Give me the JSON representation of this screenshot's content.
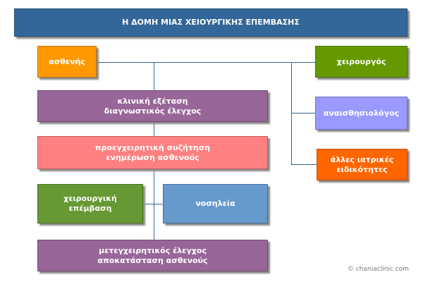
{
  "title": "Η ΔΟΜΗ ΜΙΑΣ ΧΕΙΟΥΡΓΙΚΗΣ ΕΠΕΜΒΑΣΗΣ",
  "nodes": {
    "patient": "ασθενής",
    "surgeon": "χειρουργός",
    "exam": "κλινική εξέταση\nδιαγνωστικός έλεγχος",
    "anesthesiologist": "αναισθησιολόγος",
    "preop": "προεγχειρητική συζήτηση\nενημέρωση ασθενούς",
    "other_specialties": "άλλες ιατρικές\nειδικότητες",
    "surgery": "χειρουργική\nεπέμβαση",
    "hospitalization": "νοσηλεία",
    "postop": "μετεγχειρητικός έλεγχος\nαποκατάσταση ασθενούς"
  },
  "colors": {
    "title": "#336699",
    "patient": "#ff9900",
    "surgeon": "#669900",
    "exam": "#996699",
    "anesthesiologist": "#9999ff",
    "preop": "#ff8080",
    "other_specialties": "#ff6600",
    "surgery": "#669933",
    "hospitalization": "#6699cc",
    "postop": "#996699"
  },
  "copyright": "© chaniaclinic.com"
}
